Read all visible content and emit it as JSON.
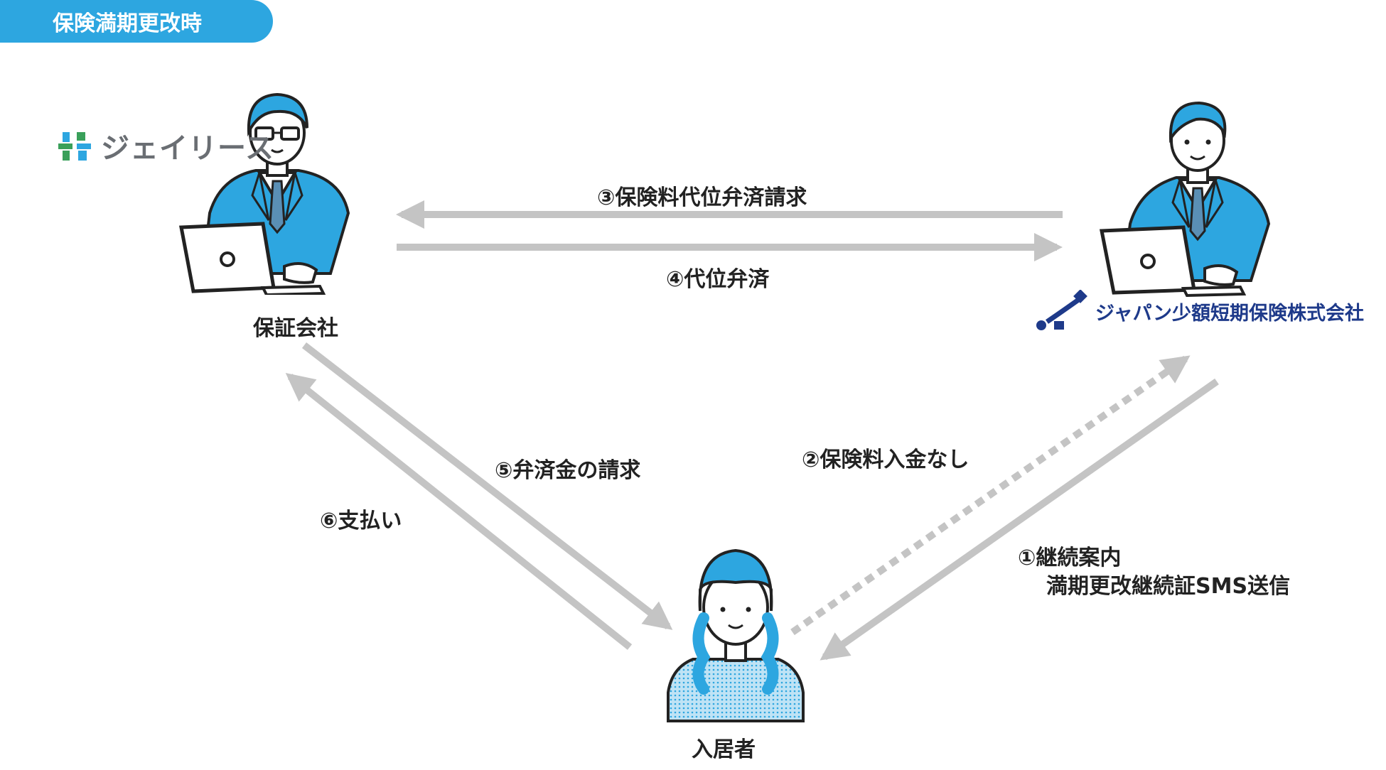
{
  "header": {
    "title": "保険満期更改時"
  },
  "parties": {
    "guarantor": {
      "label": "保証会社",
      "brand": "ジェイリース"
    },
    "insurer": {
      "brand": "ジャパン少額短期保険株式会社"
    },
    "tenant": {
      "label": "入居者"
    }
  },
  "steps": [
    {
      "id": "step-1",
      "line1": "①継続案内",
      "line2": "満期更改継続証SMS送信"
    },
    {
      "id": "step-2",
      "text": "②保険料入金なし"
    },
    {
      "id": "step-3",
      "text": "③保険料代位弁済請求"
    },
    {
      "id": "step-4",
      "text": "④代位弁済"
    },
    {
      "id": "step-5",
      "text": "⑤弁済金の請求"
    },
    {
      "id": "step-6",
      "text": "⑥支払い"
    }
  ],
  "colors": {
    "accent": "#2da6e0",
    "arrow": "#c4c4c4",
    "brand_navy": "#1e3a8a",
    "brand_green": "#3aa05a"
  }
}
